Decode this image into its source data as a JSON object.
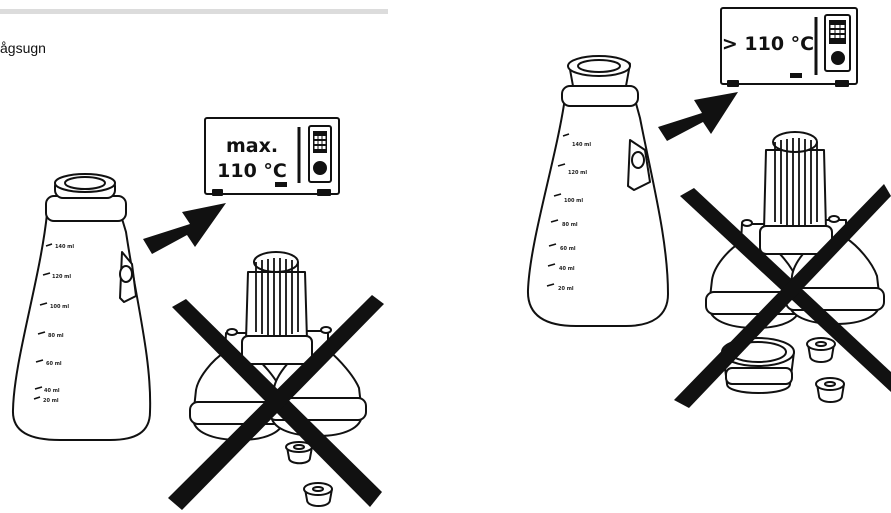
{
  "header": {
    "text": "ågsugn"
  },
  "left_panel": {
    "oven_label_line1": "max.",
    "oven_label_line2": "110 °C",
    "bottle_graduations": [
      "140 ml",
      "120 ml",
      "100 ml",
      "80 ml",
      "60 ml",
      "40 ml",
      "20 ml"
    ]
  },
  "right_panel": {
    "oven_label": "> 110 °C",
    "bottle_graduations": [
      "140 ml",
      "120 ml",
      "100 ml",
      "80 ml",
      "60 ml",
      "40 ml",
      "20 ml"
    ]
  },
  "colors": {
    "ink": "#111111",
    "divider": "#dcdcdc",
    "fill": "#ffffff"
  }
}
